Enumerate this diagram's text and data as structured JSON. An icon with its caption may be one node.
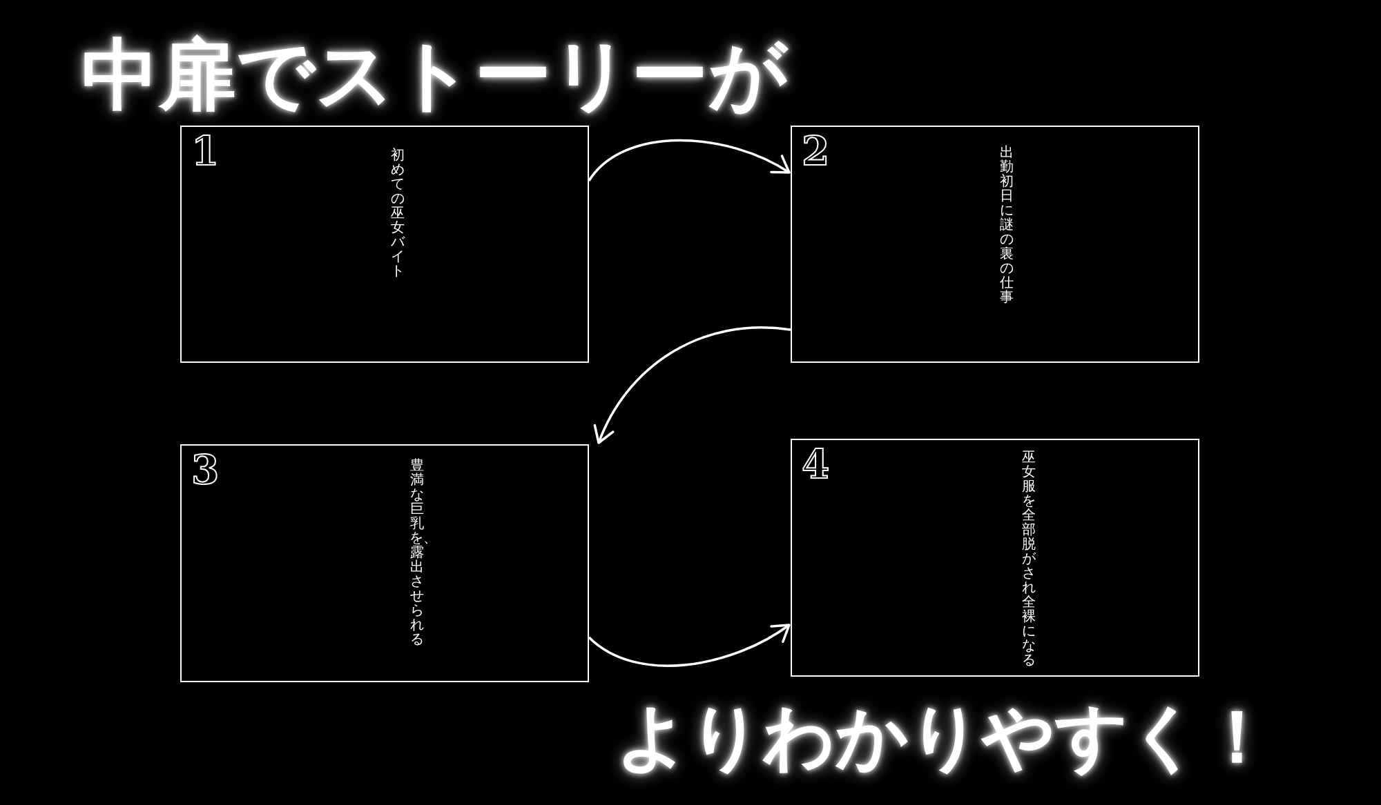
{
  "diagram": {
    "title": "中扉でストーリーが",
    "caption": "よりわかりやすく！",
    "nodes": [
      {
        "text": [
          "1",
          "初めての巫女バイト"
        ]
      },
      {
        "text": [
          "2",
          "出勤初日に謎の裏の仕事"
        ]
      },
      {
        "text": [
          "3",
          "豊満な巨乳を、露出させられる"
        ]
      },
      {
        "text": [
          "4",
          "巫女服を全部脱がされ全裸になる"
        ]
      }
    ],
    "edges": [
      {
        "from": 0,
        "to": 1,
        "arrow": "to"
      },
      {
        "from": 1,
        "to": 2,
        "arrow": "to"
      },
      {
        "from": 2,
        "to": 3,
        "arrow": "to"
      }
    ]
  }
}
